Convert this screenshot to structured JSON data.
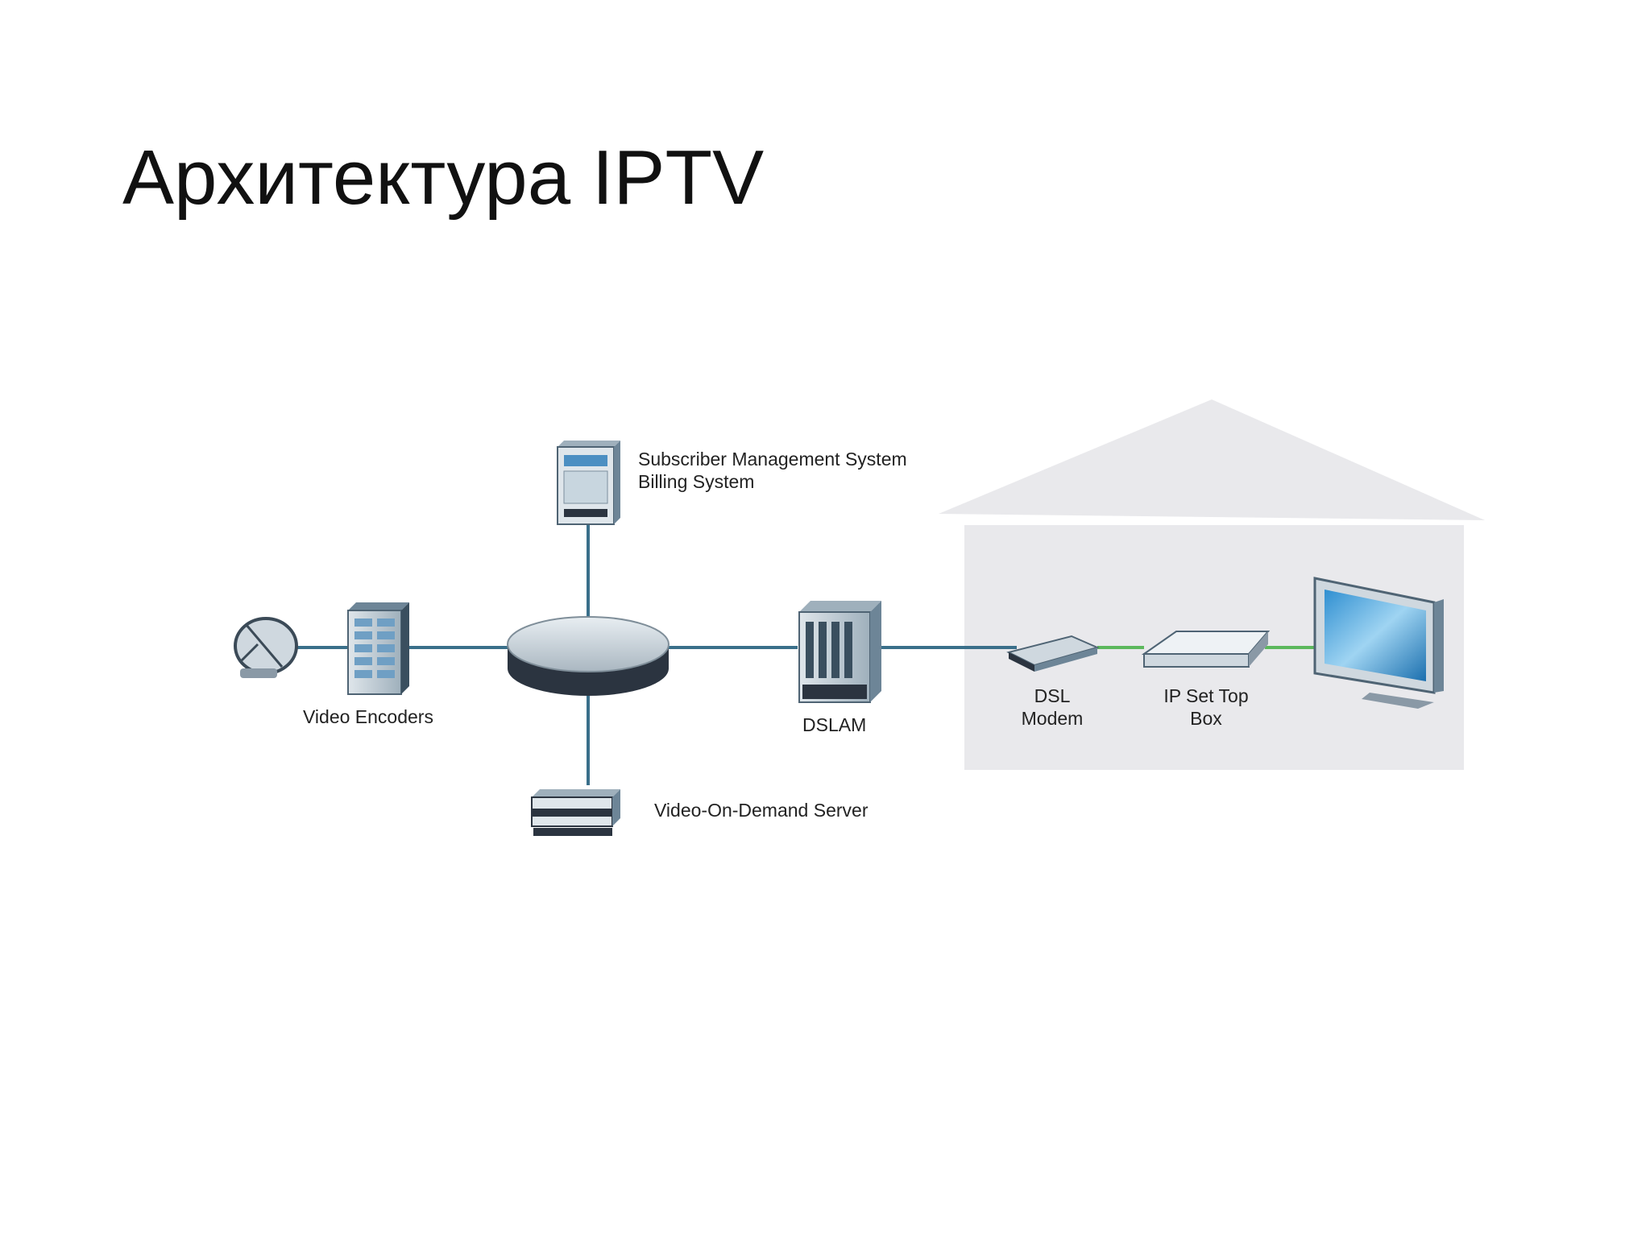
{
  "slide": {
    "title": "Архитектура IPTV"
  },
  "diagram": {
    "labels": {
      "subscriber_line1": "Subscriber Management System",
      "subscriber_line2": "Billing System",
      "video_encoders": "Video Encoders",
      "dslam": "DSLAM",
      "vod_server": "Video-On-Demand Server",
      "dsl_line1": "DSL",
      "dsl_line2": "Modem",
      "stb_line1": "IP Set Top",
      "stb_line2": "Box"
    },
    "colors": {
      "link": "#3a6f8a",
      "home_link": "#5cb85c",
      "house": "#e9e9ec",
      "device_blue": "#8fb3c9",
      "device_dark": "#2b3440"
    },
    "icons": {
      "satellite": "satellite-dish-icon",
      "encoders": "video-encoder-rack-icon",
      "core": "core-network-router-icon",
      "subscriber": "subscriber-server-icon",
      "vod": "vod-server-icon",
      "dslam": "dslam-icon",
      "modem": "dsl-modem-icon",
      "stb": "set-top-box-icon",
      "tv": "television-icon"
    }
  }
}
